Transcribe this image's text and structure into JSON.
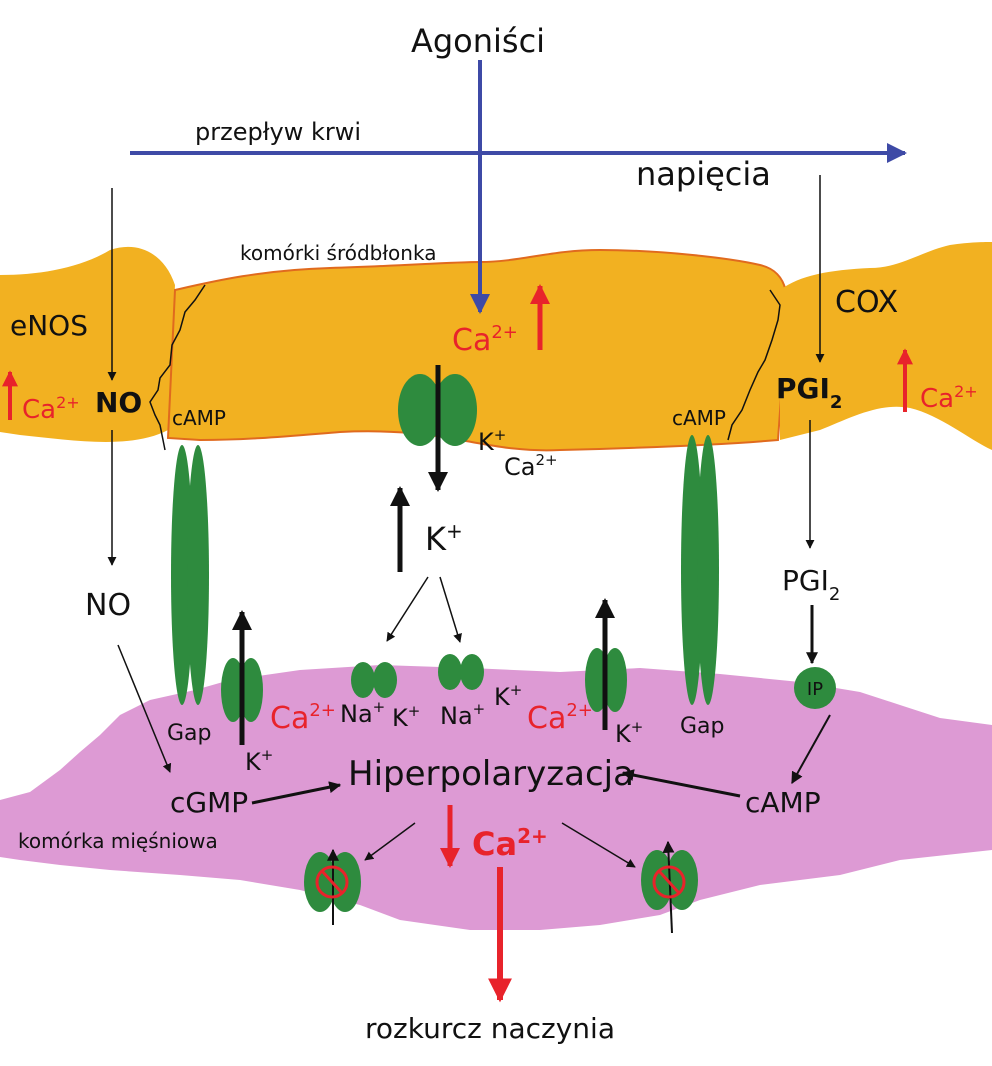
{
  "labels": {
    "agonists": "Agoniści",
    "blood_flow": "przepływ krwi",
    "tension": "napięcia",
    "endothelial_cells": "komórki śródbłonka",
    "enos": "eNOS",
    "cox": "COX",
    "ca": "Ca",
    "ca_sup": "2+",
    "no": "NO",
    "pgi": "PGI",
    "pgi_sub": "2",
    "camp": "cAMP",
    "k": "K",
    "plus": "+",
    "na": "Na",
    "gap": "Gap",
    "ip": "IP",
    "cgmp": "cGMP",
    "hyperpolarization": "Hiperpolaryzacja",
    "muscle_cell": "komórka mięśniowa",
    "vasodilation": "rozkurcz naczynia"
  },
  "colors": {
    "endothelium": "#f2b121",
    "endothelium_edge": "#e06a1e",
    "muscle": "#dd9ad4",
    "channel": "#2e8b3e",
    "blue_arrow": "#3e4aa6",
    "red": "#e8232b",
    "black": "#111111"
  }
}
